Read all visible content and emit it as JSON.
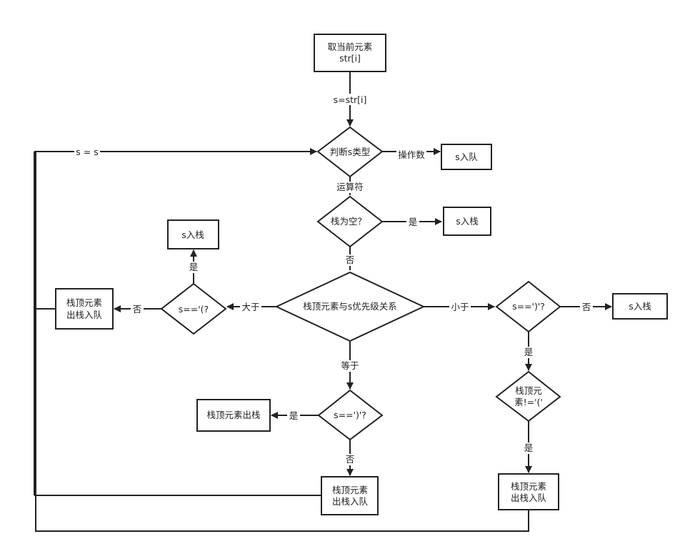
{
  "nodes": {
    "start": [
      "取当前元素",
      "str[i]"
    ],
    "judge_type": [
      "判断s类型"
    ],
    "enqueue_operand": [
      "s入队"
    ],
    "stack_empty": [
      "栈为空？"
    ],
    "push_when_empty": [
      "s入栈"
    ],
    "compare_priority": [
      "栈顶元素与s优先级关系"
    ],
    "left_paren_check": [
      "s=='(?"
    ],
    "push_left": [
      "s入栈"
    ],
    "pop_enqueue_left": [
      "栈顶元素",
      "出栈入队"
    ],
    "right_paren_check_small": [
      "s==')'?"
    ],
    "push_right": [
      "s入栈"
    ],
    "top_not_left_paren": [
      "栈顶元",
      "素!='('"
    ],
    "pop_enqueue_right": [
      "栈顶元素",
      "出栈入队"
    ],
    "right_paren_check_equal": [
      "s==')'?"
    ],
    "pop_top": [
      "栈顶元素出栈"
    ],
    "pop_enqueue_bottom": [
      "栈顶元素",
      "出栈入队"
    ]
  },
  "edges": {
    "assign": "s=str[i]",
    "loop_back": "s = s",
    "operand": "操作数",
    "operator": "运算符",
    "yes_empty": "是",
    "no_empty": "否",
    "greater": "大于",
    "less": "小于",
    "equal": "等于",
    "left_no": "否",
    "left_yes": "是",
    "small_no": "否",
    "small_yes": "是",
    "notleft_yes": "是",
    "equal_yes": "是",
    "equal_no": "否"
  }
}
